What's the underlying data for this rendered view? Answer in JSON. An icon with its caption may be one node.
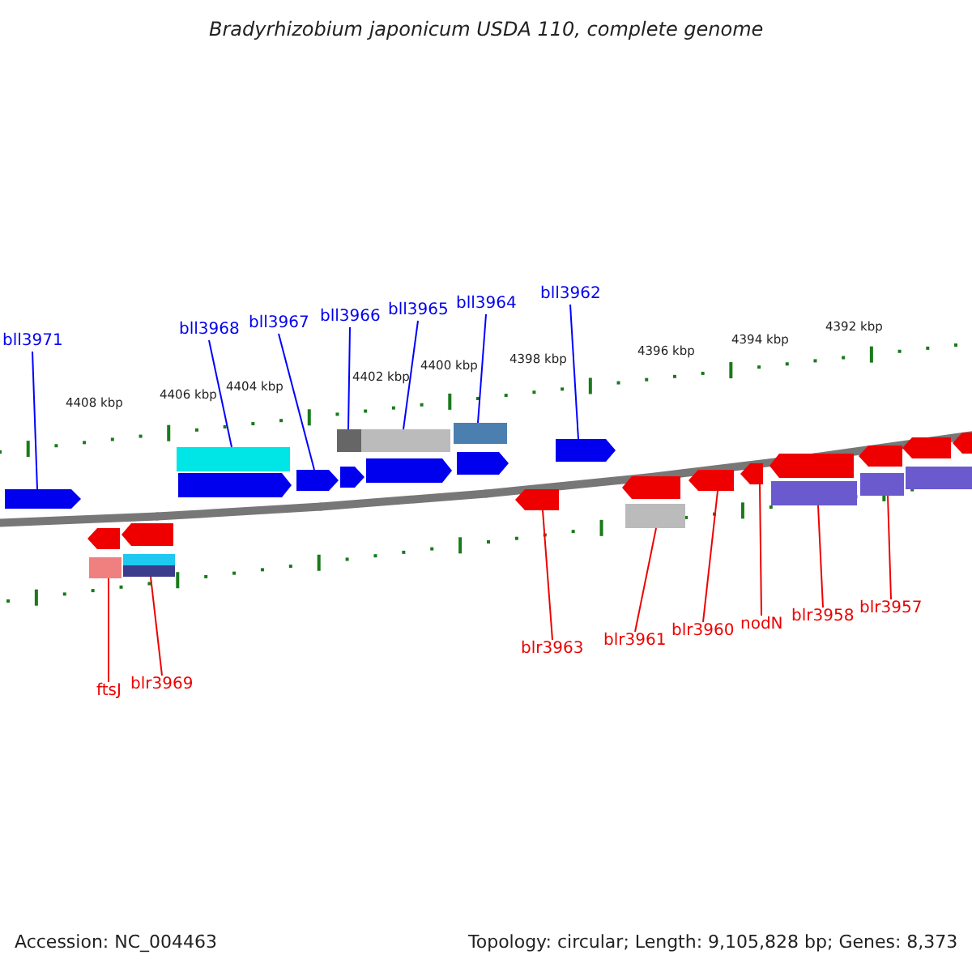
{
  "diagram": {
    "title": "Bradyrhizobium japonicum USDA 110, complete genome",
    "nodes": [
      {
        "text": [
          "bll3971"
        ]
      },
      {
        "text": [
          "bll3968"
        ]
      },
      {
        "text": [
          "bll3967"
        ]
      },
      {
        "text": [
          "bll3966"
        ]
      },
      {
        "text": [
          "bll3965"
        ]
      },
      {
        "text": [
          "bll3964"
        ]
      },
      {
        "text": [
          "bll3962"
        ]
      },
      {
        "text": [
          "ftsJ"
        ]
      },
      {
        "text": [
          "blr3969"
        ]
      },
      {
        "text": [
          "blr3963"
        ]
      },
      {
        "text": [
          "blr3961"
        ]
      },
      {
        "text": [
          "blr3960"
        ]
      },
      {
        "text": [
          "nodN"
        ]
      },
      {
        "text": [
          "blr3958"
        ]
      },
      {
        "text": [
          "blr3957"
        ]
      },
      {
        "text": [],
        "shape": "arrow"
      },
      {
        "text": [],
        "shape": "arrow"
      },
      {
        "text": [],
        "shape": "arrow"
      },
      {
        "text": [],
        "shape": "arrow"
      },
      {
        "text": [],
        "shape": "arrow"
      },
      {
        "text": [],
        "shape": "arrow"
      },
      {
        "text": [],
        "shape": "arrow"
      },
      {
        "text": [],
        "shape": "bar"
      },
      {
        "text": [],
        "shape": "bar"
      },
      {
        "text": [],
        "shape": "bar"
      },
      {
        "text": [],
        "shape": "bar"
      },
      {
        "text": [],
        "shape": "arrow"
      },
      {
        "text": [],
        "shape": "arrow"
      },
      {
        "text": [],
        "shape": "arrow"
      },
      {
        "text": [],
        "shape": "arrow"
      },
      {
        "text": [],
        "shape": "arrow"
      },
      {
        "text": [],
        "shape": "arrow"
      },
      {
        "text": [],
        "shape": "arrow"
      },
      {
        "text": [],
        "shape": "arrow"
      },
      {
        "text": [],
        "shape": "arrow"
      },
      {
        "text": [],
        "shape": "arrow"
      },
      {
        "text": [],
        "shape": "bar"
      },
      {
        "text": [],
        "shape": "bar"
      },
      {
        "text": [],
        "shape": "bar"
      },
      {
        "text": [],
        "shape": "bar"
      },
      {
        "text": [],
        "shape": "bar"
      },
      {
        "text": [],
        "shape": "bar"
      },
      {
        "text": [],
        "shape": "bar"
      }
    ],
    "edges": [
      {
        "from": 0,
        "to": 15,
        "arrow": "none",
        "color": "#0000ff"
      },
      {
        "from": 1,
        "to": 22,
        "arrow": "none",
        "color": "#0000ff"
      },
      {
        "from": 2,
        "to": 17,
        "arrow": "none",
        "color": "#0000ff"
      },
      {
        "from": 3,
        "to": 23,
        "arrow": "none",
        "color": "#0000ff"
      },
      {
        "from": 4,
        "to": 24,
        "arrow": "none",
        "color": "#0000ff"
      },
      {
        "from": 5,
        "to": 25,
        "arrow": "none",
        "color": "#0000ff"
      },
      {
        "from": 6,
        "to": 21,
        "arrow": "none",
        "color": "#0000ff"
      },
      {
        "from": 7,
        "to": 40,
        "arrow": "none"
      },
      {
        "from": 8,
        "to": 42,
        "arrow": "none"
      },
      {
        "from": 9,
        "to": 28,
        "arrow": "none"
      },
      {
        "from": 10,
        "to": 39,
        "arrow": "none"
      },
      {
        "from": 11,
        "to": 30,
        "arrow": "none"
      },
      {
        "from": 12,
        "to": 31,
        "arrow": "none"
      },
      {
        "from": 13,
        "to": 36,
        "arrow": "none"
      },
      {
        "from": 14,
        "to": 37,
        "arrow": "none"
      }
    ],
    "labels": [
      "4408 kbp",
      "4406 kbp",
      "4404 kbp",
      "4402 kbp",
      "4400 kbp",
      "4398 kbp",
      "4396 kbp",
      "4394 kbp",
      "4392 kbp",
      "Accession: NC_004463",
      "Topology: circular; Length: 9,105,828 bp; Genes: 8,373"
    ]
  }
}
